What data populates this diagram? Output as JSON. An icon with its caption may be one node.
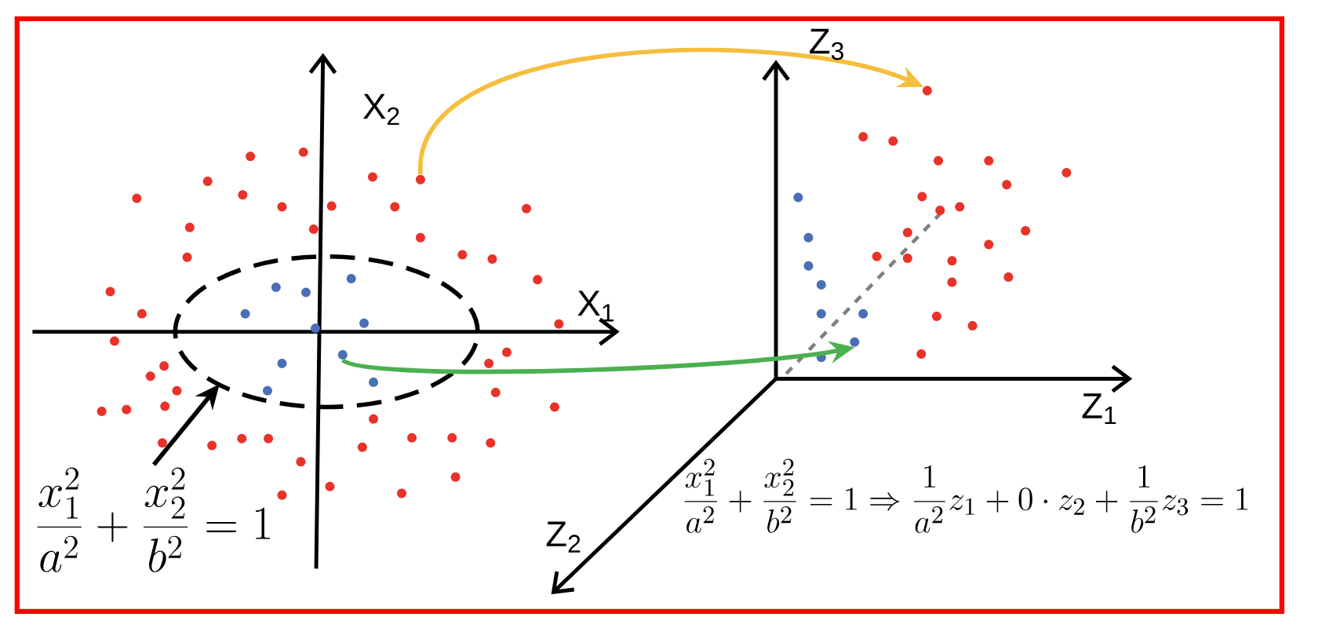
{
  "diagram": {
    "nodes": [
      {
        "text": [
          "\\frac{x_1^2}{a^2}+\\frac{x_2^2}{b^2}=1"
        ]
      },
      {
        "text": [],
        "shape": "ellipse"
      },
      {
        "text": [],
        "shape": "circle"
      },
      {
        "text": [],
        "shape": "circle"
      },
      {
        "text": [],
        "shape": "circle",
        "in": 1
      },
      {
        "text": [],
        "shape": "circle"
      }
    ],
    "edges": [
      {
        "from": 0,
        "to": 1,
        "arrow": "to"
      },
      {
        "from": 2,
        "to": 3,
        "arrow": "to",
        "color": "#f5be3c"
      },
      {
        "from": 4,
        "to": 5,
        "arrow": "to",
        "color": "#4caf50"
      }
    ],
    "labels": [
      "X$_{2}$",
      "X$_{1}$",
      "Z$_{3}$",
      "Z$_{1}$",
      "Z$_{2}$",
      "\\frac{x_1^2}{a^2}+\\frac{x_2^2}{b^2}=1\\Rightarrow\\frac{1}{a^2}z_1+0\\cdot z_2+\\frac{1}{b^2}z_3=1"
    ]
  }
}
